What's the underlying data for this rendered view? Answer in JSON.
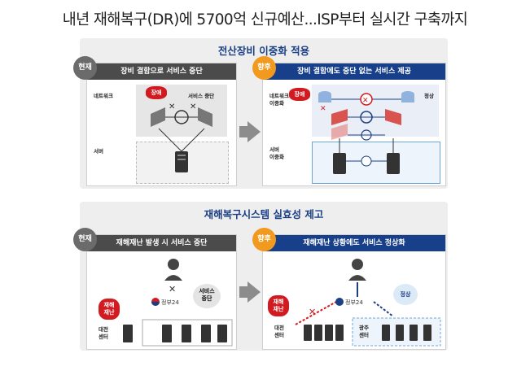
{
  "headline": "내년 재해복구(DR)에 5700억 신규예산...ISP부터 실시간 구축까지",
  "section1": {
    "title": "전산장비 이중화 적용",
    "current": {
      "badge": "현재",
      "bar": "장비 결함으로 서비스 중단",
      "network_label": "네트워크",
      "server_label": "서버",
      "fault": "장애",
      "service_stop": "서비스 중단"
    },
    "future": {
      "badge": "향후",
      "bar": "장비 결함에도 중단 없는 서비스 제공",
      "network_label_line1": "네트워크",
      "network_label_line2": "이중화",
      "server_label_line1": "서버",
      "server_label_line2": "이중화",
      "fault": "장애",
      "normal": "정상"
    }
  },
  "section2": {
    "title": "재해복구시스템 실효성 제고",
    "current": {
      "badge": "현재",
      "bar": "재해재난 발생 시 서비스 중단",
      "disaster_line1": "재해",
      "disaster_line2": "재난",
      "gov": "정부24",
      "service_stop_line1": "서비스",
      "service_stop_line2": "중단",
      "center_line1": "대전",
      "center_line2": "센터"
    },
    "future": {
      "badge": "향후",
      "bar": "재해재난 상황에도 서비스 정상화",
      "disaster_line1": "재해",
      "disaster_line2": "재난",
      "gov": "정부24",
      "normal": "정상",
      "center1_line1": "대전",
      "center1_line2": "센터",
      "center2_line1": "광주",
      "center2_line2": "센터"
    }
  },
  "colors": {
    "navy": "#173f8a",
    "orange": "#f29a1f",
    "red": "#d21a21",
    "gray": "#4b4b4b"
  }
}
